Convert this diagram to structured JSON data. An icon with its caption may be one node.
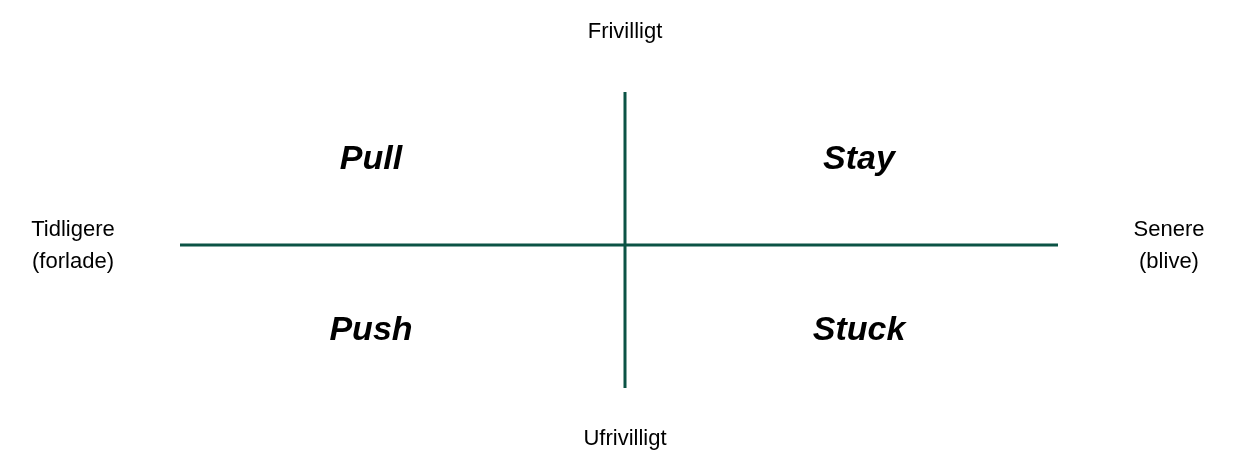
{
  "diagram": {
    "labels": [
      "Frivilligt",
      "Pull",
      "Stay",
      "Tidligere (forlade)",
      "Senere (blive)",
      "Push",
      "Stuck",
      "Ufrivilligt"
    ]
  }
}
